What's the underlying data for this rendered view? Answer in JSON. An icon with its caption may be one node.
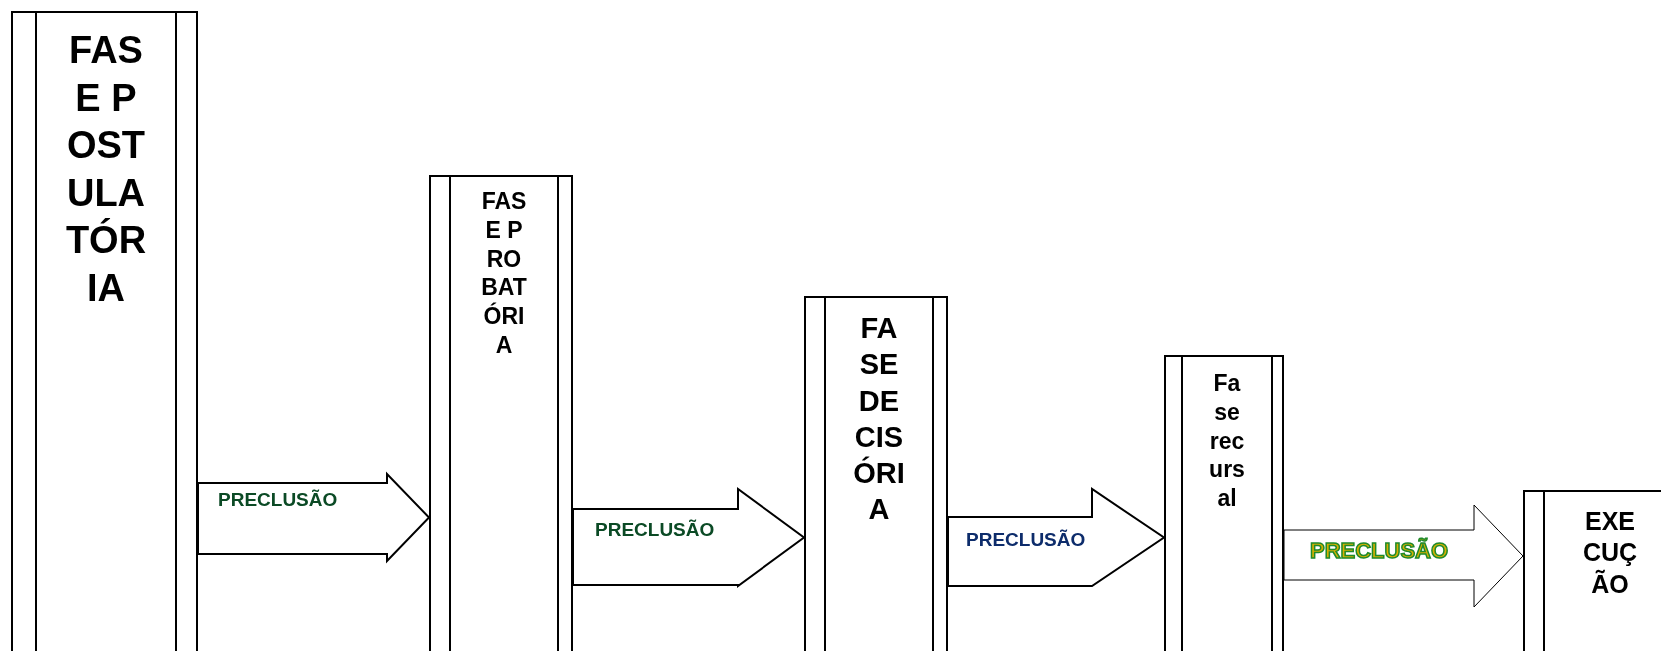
{
  "diagram": {
    "nodes": [
      {
        "text": [
          "FASE POSTULATÓRIA"
        ]
      },
      {
        "text": [
          "FASE PROBATÓRIA"
        ]
      },
      {
        "text": [
          "FASE DECISÓRIA"
        ]
      },
      {
        "text": [
          "Fase recursal"
        ]
      },
      {
        "text": [
          "EXECUÇÃO"
        ]
      }
    ],
    "edges": [
      {
        "from": 0,
        "to": 1,
        "arrow": "to",
        "label": "PRECLUSÃO"
      },
      {
        "from": 1,
        "to": 2,
        "arrow": "to",
        "label": "PRECLUSÃO"
      },
      {
        "from": 2,
        "to": 3,
        "arrow": "to",
        "label": "PRECLUSÃO"
      },
      {
        "from": 3,
        "to": 4,
        "arrow": "to",
        "label": "PRECLUSÃO"
      }
    ]
  }
}
